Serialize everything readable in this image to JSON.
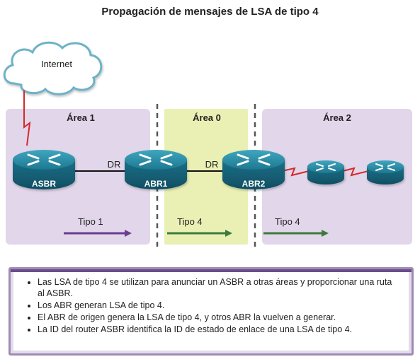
{
  "title": "Propagación de mensajes de LSA de tipo 4",
  "cloud": {
    "label": "Internet"
  },
  "areas": [
    {
      "id": "area1",
      "label": "Área 1",
      "color": "#e2d6ea"
    },
    {
      "id": "area0",
      "label": "Área 0",
      "color": "#eaf0b4"
    },
    {
      "id": "area2",
      "label": "Área 2",
      "color": "#e2d6ea"
    }
  ],
  "routers": [
    {
      "id": "asbr",
      "label": "ASBR"
    },
    {
      "id": "abr1",
      "label": "ABR1"
    },
    {
      "id": "abr2",
      "label": "ABR2"
    },
    {
      "id": "r4",
      "label": ""
    },
    {
      "id": "r5",
      "label": ""
    }
  ],
  "links": [
    {
      "id": "dr1",
      "label": "DR"
    },
    {
      "id": "dr2",
      "label": "DR"
    }
  ],
  "lsa_arrows": [
    {
      "label": "Tipo 1",
      "color": "#6a3d8f"
    },
    {
      "label": "Tipo 4",
      "color": "#3d7a3d"
    },
    {
      "label": "Tipo 4",
      "color": "#3d7a3d"
    }
  ],
  "colors": {
    "router": "#1f7f96",
    "serial_link": "#d42a2a",
    "divider": "#555555",
    "note_border": "#6b4c8c"
  },
  "notes": [
    "Las LSA de tipo 4 se utilizan para anunciar un ASBR a otras áreas y proporcionar una ruta al ASBR.",
    "Los ABR generan LSA de tipo 4.",
    "El ABR de origen genera la LSA de tipo 4, y otros ABR la vuelven a generar.",
    "La ID del router ASBR identifica la ID de estado de enlace de una LSA de tipo 4."
  ]
}
